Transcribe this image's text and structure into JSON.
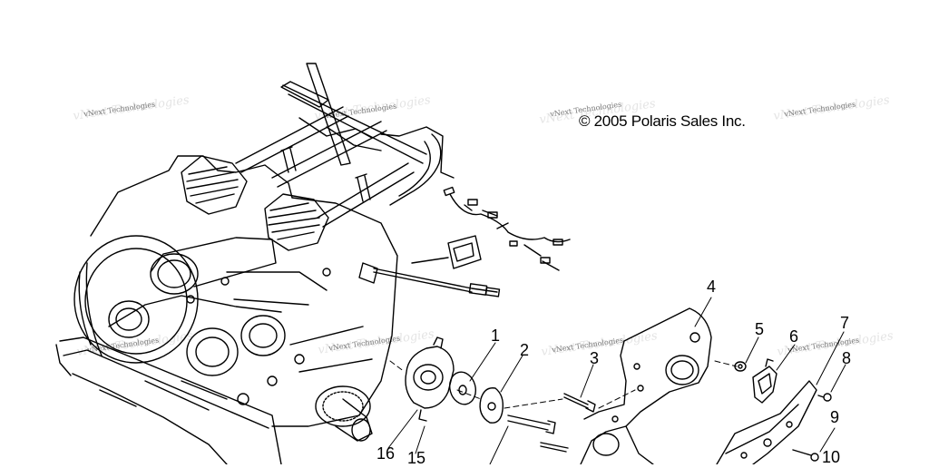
{
  "copyright": "© 2005 Polaris Sales Inc.",
  "watermark": "vNext Technologies",
  "callouts": [
    "1",
    "2",
    "3",
    "4",
    "5",
    "6",
    "7",
    "8",
    "9",
    "10",
    "15",
    "16"
  ],
  "colors": {
    "line": "#000000",
    "background": "#ffffff",
    "watermark": "#777777"
  }
}
